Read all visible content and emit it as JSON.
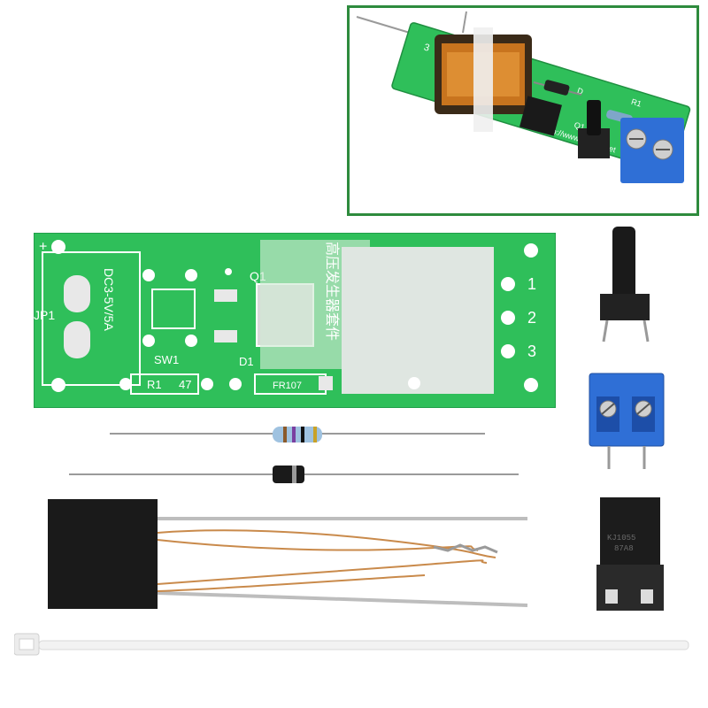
{
  "inset": {
    "pcb_url": "http://www.haodiy.net",
    "pin_label": "3",
    "plus_label": "+",
    "ref_d": "D",
    "ref_q": "Q1",
    "ref_r": "R1"
  },
  "board": {
    "plus_label": "+",
    "minus_label": "—",
    "input_label": "DC3-5V/5A",
    "connector_ref": "JP1",
    "switch_ref": "SW1",
    "transistor_ref": "Q1",
    "diode_ref": "D1",
    "diode_value": "FR107",
    "resistor_ref": "R1",
    "resistor_value": "47",
    "pin1": "1",
    "pin2": "2",
    "pin3": "3",
    "side_chinese": "高压发生器套件"
  },
  "parts": {
    "mosfet_marking_1": "KJ1055",
    "mosfet_marking_2": "87A8"
  },
  "colors": {
    "pcb_green": "#2fbf5a",
    "frame_green": "#2e8b3d",
    "terminal_blue": "#2f6fd6"
  }
}
